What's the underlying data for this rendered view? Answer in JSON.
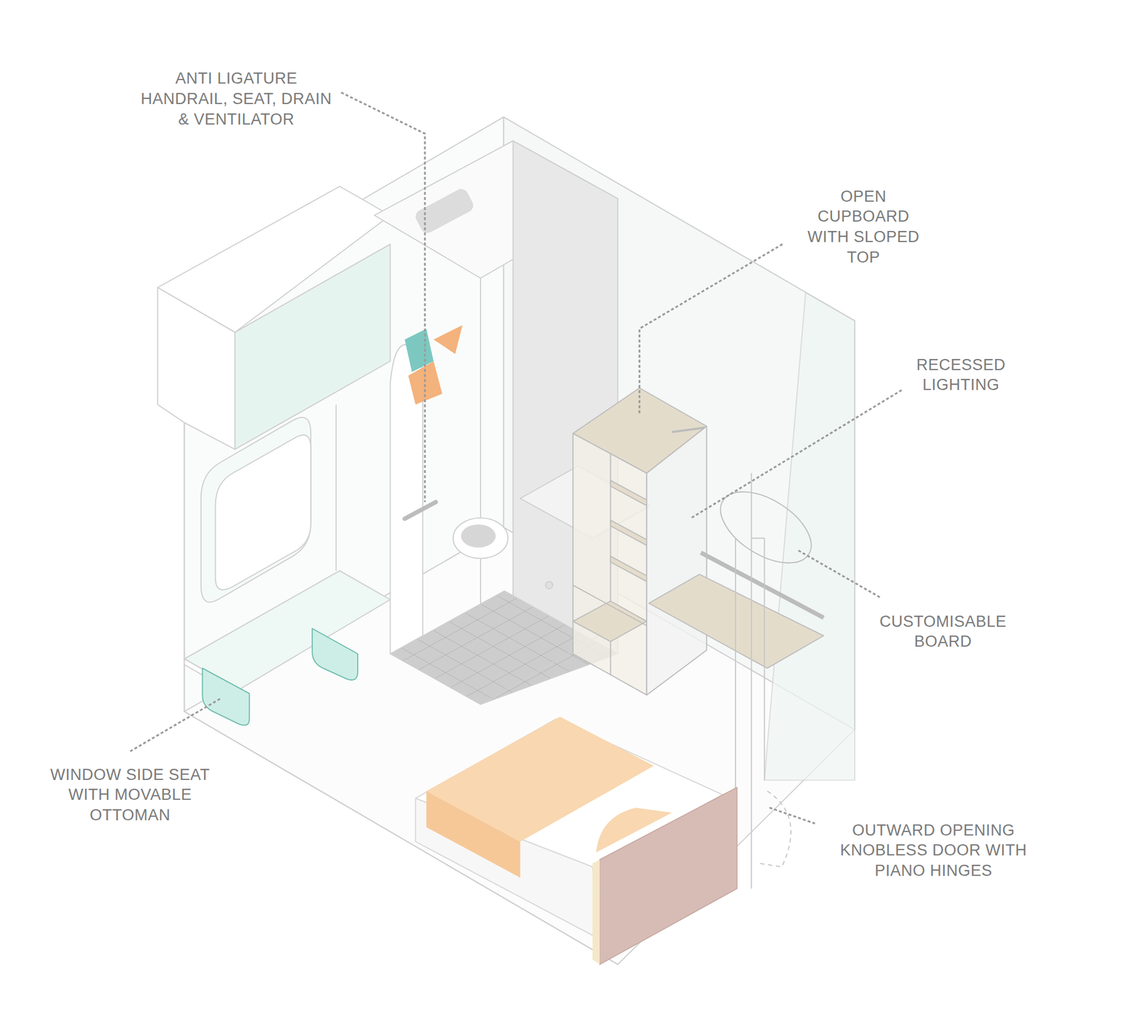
{
  "diagram": {
    "labels": [
      "ANTI LIGATURE HANDRAIL, SEAT, DRAIN & VENTILATOR",
      "OPEN CUPBOARD WITH SLOPED TOP",
      "RECESSED LIGHTING",
      "CUSTOMISABLE BOARD",
      "WINDOW SIDE SEAT WITH MOVABLE OTTOMAN",
      "OUTWARD OPENING KNOBLESS DOOR WITH PIANO HINGES"
    ]
  }
}
